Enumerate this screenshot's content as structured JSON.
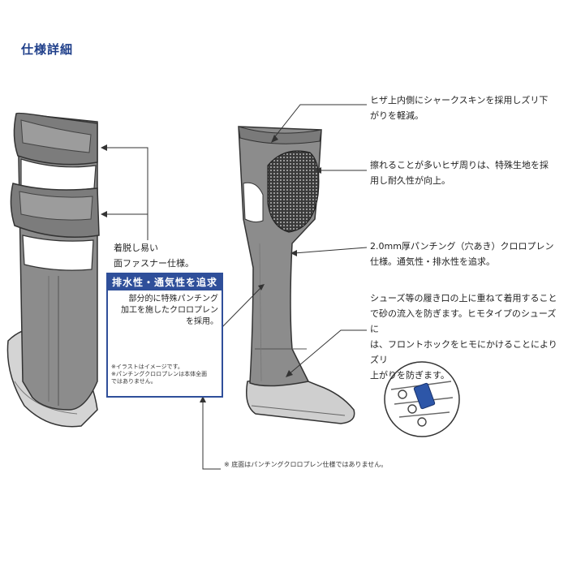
{
  "header": {
    "title": "仕様詳細"
  },
  "callouts": {
    "shark_skin": [
      "ヒザ上内側にシャークスキンを採用しズリ下",
      "がりを軽減。"
    ],
    "knee_material": [
      "擦れることが多いヒザ周りは、特殊生地を採",
      "用し耐久性が向上。"
    ],
    "neoprene": [
      "2.0mm厚パンチング（穴あき）クロロプレン",
      "仕様。通気性・排水性を追求。"
    ],
    "layering": [
      "シューズ等の履き口の上に重ねて着用すること",
      "で砂の流入を防ぎます。ヒモタイプのシューズに",
      "は、フロントホックをヒモにかけることによりズリ",
      "上がりを防ぎます。"
    ],
    "fastener": [
      "着脱し易い",
      "面ファスナー仕様。"
    ]
  },
  "drainage_box": {
    "heading": "排水性・通気性を追求",
    "body": [
      "部分的に特殊パンチング",
      "加工を施したクロロプレン",
      "を採用。"
    ],
    "note": [
      "※イラストはイメージです。",
      "※パンチングクロロプレンは本体全面",
      "ではありません。"
    ]
  },
  "footnote": "※ 底面はパンチングクロロプレン仕様ではありません。",
  "colors": {
    "title": "#1f3f8a",
    "box": "#2f4f9a",
    "gaiter": "#8c8c8c",
    "gaiter_dark": "#3a3a3a",
    "hook": "#2d56a8"
  }
}
